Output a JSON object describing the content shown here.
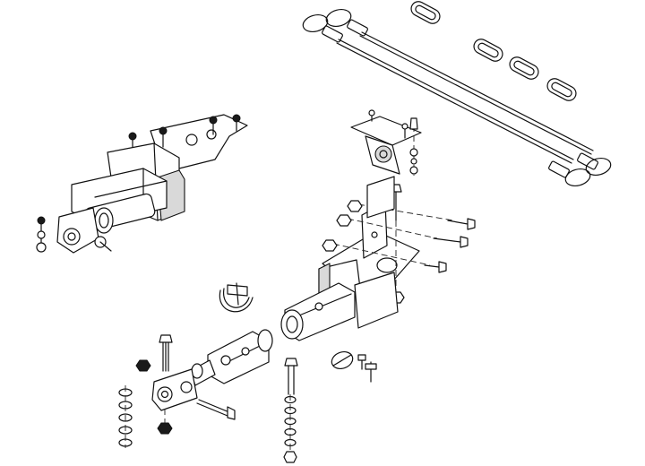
{
  "diagram": {
    "type": "exploded-parts-illustration",
    "colors": {
      "line": "#111111",
      "shade": "#d9d9d9",
      "background": "#ffffff"
    },
    "parts": [
      {
        "id": "safety-cables",
        "count": 2
      },
      {
        "id": "quick-links",
        "count": 4
      },
      {
        "id": "electrical-bracket",
        "count": 1
      },
      {
        "id": "assembled-tow-bar-mount",
        "count": 1
      },
      {
        "id": "base-plate-mount",
        "count": 1
      },
      {
        "id": "hitch-pin-clip",
        "count": 1
      },
      {
        "id": "clevis-adapter",
        "count": 1
      },
      {
        "id": "hitch-pin",
        "count": 1
      },
      {
        "id": "hex-bolts",
        "count": 5
      },
      {
        "id": "washer-stacks",
        "count": 3
      }
    ]
  }
}
